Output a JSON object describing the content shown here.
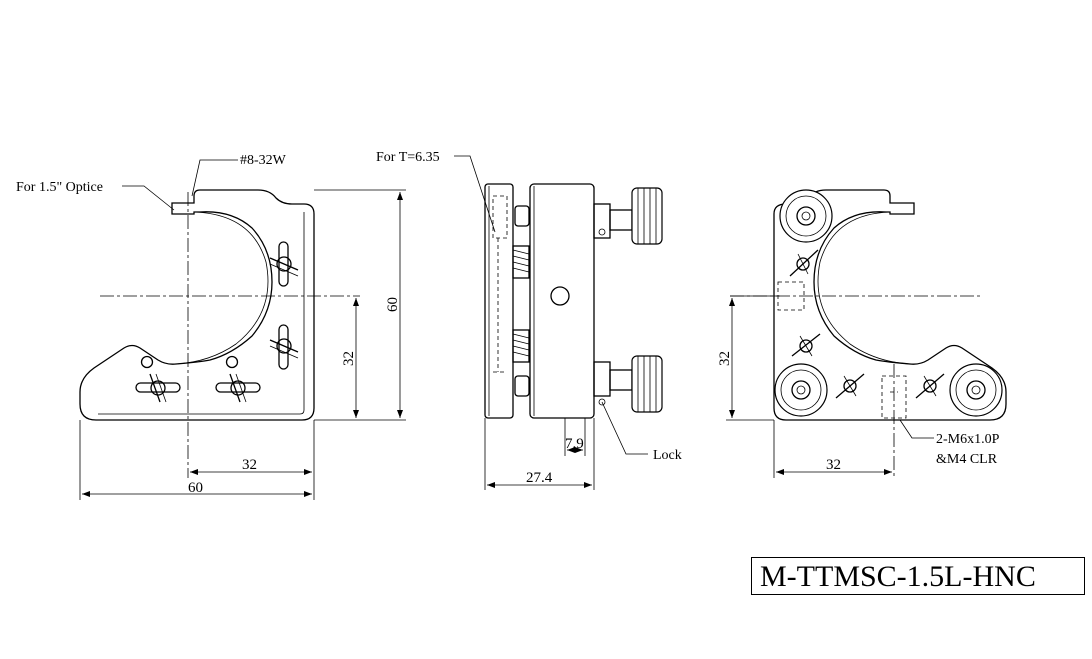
{
  "labels": {
    "optic": "For 1.5\" Optice",
    "thread": "#8-32W",
    "thickness": "For T=6.35",
    "lock": "Lock",
    "mount_holes_line1": "2-M6x1.0P",
    "mount_holes_line2": "&M4 CLR"
  },
  "dimensions": {
    "front_height": "60",
    "front_center_height": "32",
    "front_center_width": "32",
    "front_width": "60",
    "side_offset": "7.9",
    "side_depth": "27.4",
    "rear_center_height": "32",
    "rear_center_width": "32"
  },
  "model": "M-TTMSC-1.5L-HNC"
}
